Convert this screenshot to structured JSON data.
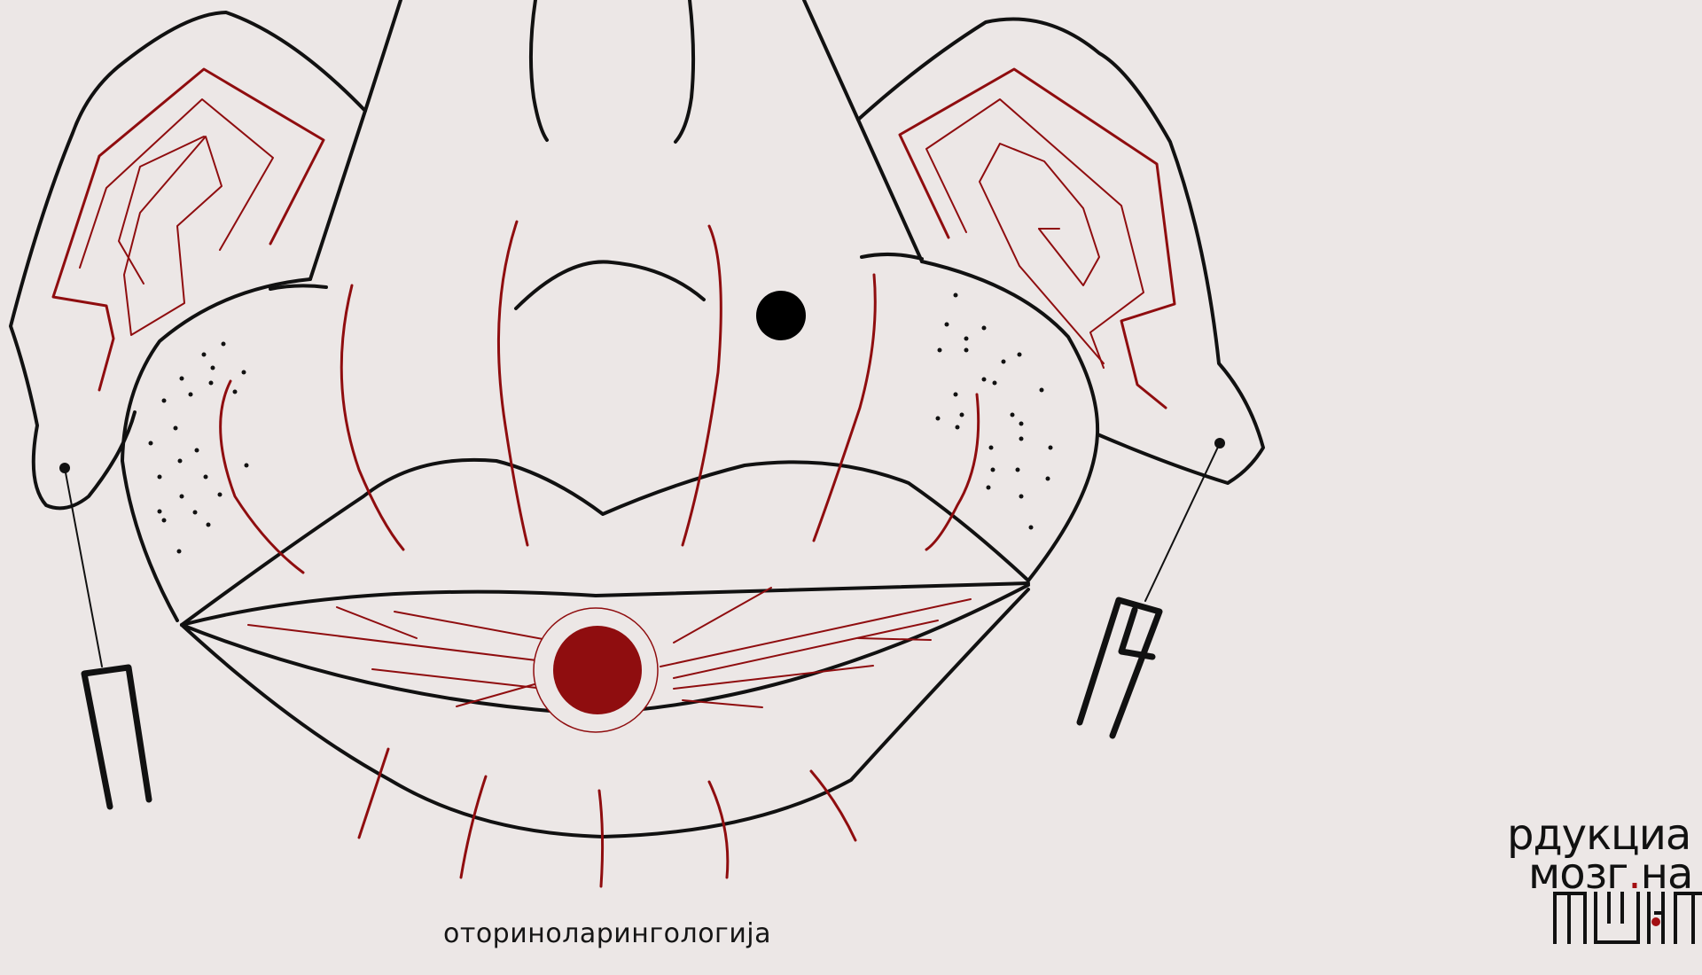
{
  "caption": "оториноларингологија",
  "logo": {
    "line1": "рдукциа",
    "line2_a": "мозг",
    "line2_dot": ".",
    "line2_b": "на",
    "mark_name": "logo-glyph-mark"
  },
  "colors": {
    "background": "#ece7e6",
    "stroke": "#111111",
    "accent_red": "#8f0d0f"
  }
}
